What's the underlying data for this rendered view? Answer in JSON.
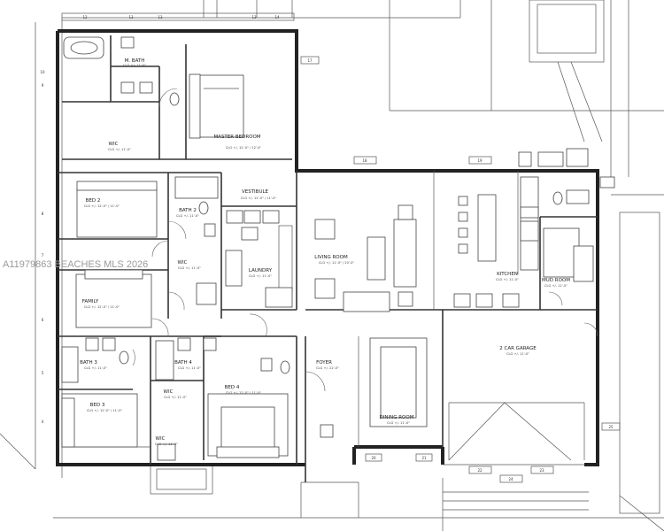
{
  "plan": {
    "watermark": "A11979863 BEACHES MLS 2026",
    "rooms": [
      {
        "key": "mbath",
        "name": "M. BATH",
        "clg": "CLG +/- 11'-0\""
      },
      {
        "key": "master",
        "name": "MASTER BEDROOM",
        "clg": "CLG +/- 12'-0\" / 12'-4\""
      },
      {
        "key": "wic_master",
        "name": "WIC",
        "clg": "CLG +/- 11'-0\""
      },
      {
        "key": "bed2",
        "name": "BED 2",
        "clg": "CLG +/- 12'-0\" / 11'-0\""
      },
      {
        "key": "bath2",
        "name": "BATH 2",
        "clg": "CLG +/- 11'-0\""
      },
      {
        "key": "vestibule",
        "name": "VESTIBULE",
        "clg": "CLG +/- 12'-0\" / 11'-0\""
      },
      {
        "key": "wic_bed2",
        "name": "WIC",
        "clg": "CLG +/- 11'-0\""
      },
      {
        "key": "laundry",
        "name": "LAUNDRY",
        "clg": "CLG +/- 11'-0\""
      },
      {
        "key": "family",
        "name": "FAMILY",
        "clg": "CLG +/- 12'-0\" / 11'-0\""
      },
      {
        "key": "living",
        "name": "LIVING ROOM",
        "clg": "CLG +/- 11'-0\" / 20'-0\""
      },
      {
        "key": "kitchen",
        "name": "KITCHEN",
        "clg": "CLG +/- 11'-0\""
      },
      {
        "key": "mudroom",
        "name": "MUD ROOM",
        "clg": "CLG +/- 11'-0\""
      },
      {
        "key": "bath3",
        "name": "BATH 3",
        "clg": "CLG +/- 11'-0\""
      },
      {
        "key": "bath4",
        "name": "BATH 4",
        "clg": "CLG +/- 11'-0\""
      },
      {
        "key": "wic_bed4",
        "name": "WIC",
        "clg": "CLG +/- 11'-0\""
      },
      {
        "key": "bed4",
        "name": "BED 4",
        "clg": "CLG +/- 12'-0\" / 11'-0\""
      },
      {
        "key": "foyer",
        "name": "FOYER",
        "clg": "CLG +/- 22'-0\""
      },
      {
        "key": "dining",
        "name": "DINING ROOM",
        "clg": "CLG +/- 11'-0\""
      },
      {
        "key": "garage",
        "name": "2 CAR GARAGE",
        "clg": "CLG +/- 11'-0\""
      },
      {
        "key": "bed3",
        "name": "BED 3",
        "clg": "CLG +/- 12'-0\" / 11'-0\""
      },
      {
        "key": "wic_bed3",
        "name": "WIC",
        "clg": "CLG +/- 11'-0\""
      }
    ],
    "dims_top": [
      "12",
      "13",
      "13",
      "13",
      "14"
    ],
    "dims_left": [
      "10",
      "9",
      "8",
      "7",
      "6",
      "5",
      "4"
    ],
    "dims_misc": [
      "17",
      "18",
      "19",
      "20",
      "21",
      "22",
      "23",
      "24",
      "25"
    ]
  }
}
